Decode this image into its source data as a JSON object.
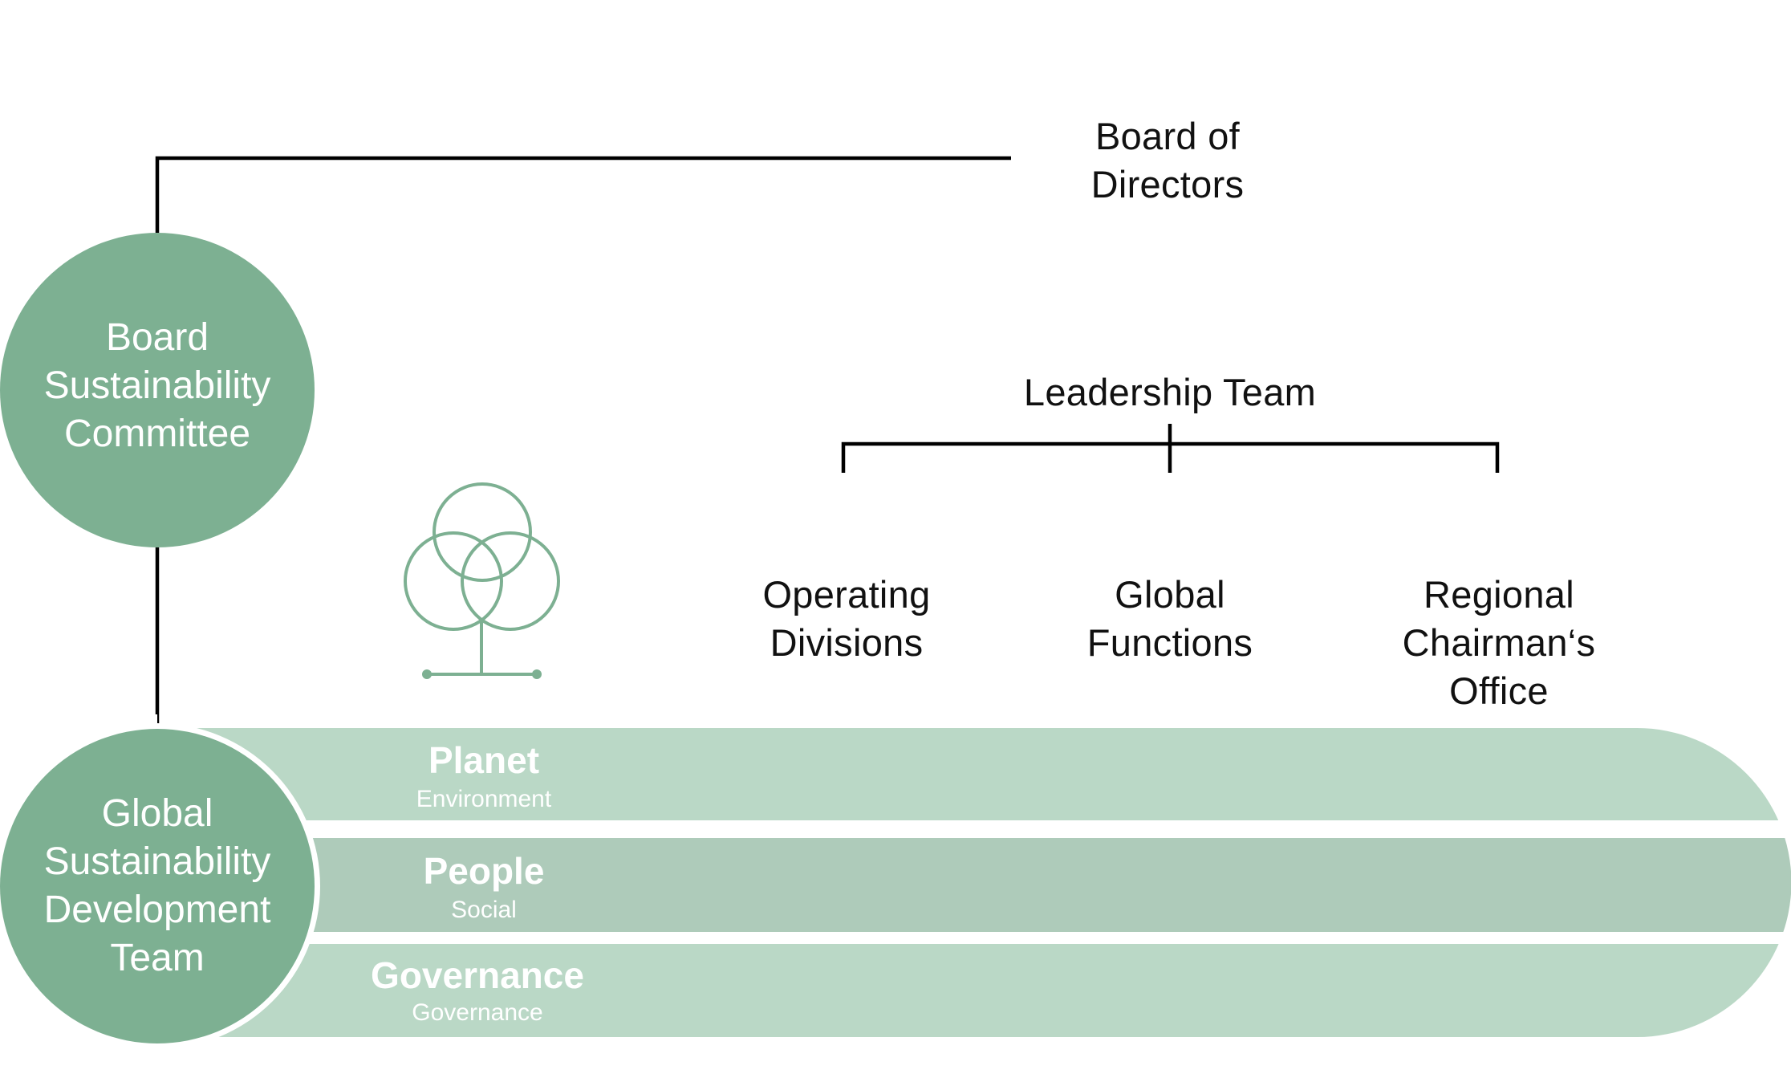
{
  "diagram": {
    "board_of_directors": {
      "lines": [
        "Board of",
        "Directors"
      ]
    },
    "board_sustainability_committee": {
      "lines": [
        "Board",
        "Sustainability",
        "Committee"
      ]
    },
    "leadership_team": {
      "label": "Leadership Team"
    },
    "leadership_children": [
      {
        "lines": [
          "Operating",
          "Divisions"
        ]
      },
      {
        "lines": [
          "Global",
          "Functions"
        ]
      },
      {
        "lines": [
          "Regional",
          "Chairman‘s",
          "Office"
        ]
      }
    ],
    "global_sustainability_development_team": {
      "lines": [
        "Global",
        "Sustainability",
        "Development",
        "Team"
      ]
    },
    "pillars": [
      {
        "title": "Planet",
        "subtitle": "Environment"
      },
      {
        "title": "People",
        "subtitle": "Social"
      },
      {
        "title": "Governance",
        "subtitle": "Governance"
      }
    ],
    "icon": "tree-icon",
    "colors": {
      "circle": "#7db092",
      "band_light": "#bad8c6",
      "band_mid": "#aecbba",
      "icon_stroke": "#7db092",
      "line": "#000000"
    }
  }
}
